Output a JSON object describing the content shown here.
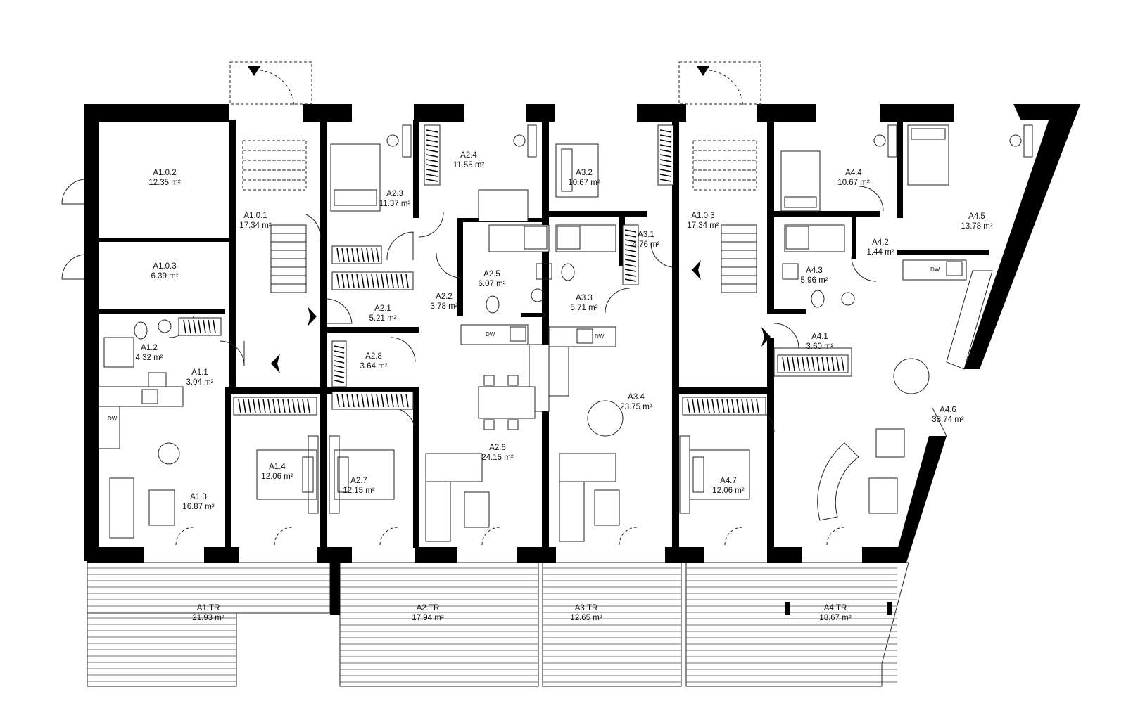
{
  "rooms": [
    {
      "code": "A1.0.2",
      "area": "12.35 m²"
    },
    {
      "code": "A1.0.3",
      "area": "6.39 m²"
    },
    {
      "code": "A1.0.1",
      "area": "17.34 m²"
    },
    {
      "code": "A1.2",
      "area": "4.32 m²"
    },
    {
      "code": "A1.1",
      "area": "3.04 m²"
    },
    {
      "code": "A1.3",
      "area": "16.87 m²"
    },
    {
      "code": "A1.4",
      "area": "12.06 m²"
    },
    {
      "code": "A2.3",
      "area": "11.37 m²"
    },
    {
      "code": "A2.4",
      "area": "11.55 m²"
    },
    {
      "code": "A2.1",
      "area": "5.21 m²"
    },
    {
      "code": "A2.2",
      "area": "3.78 m²"
    },
    {
      "code": "A2.5",
      "area": "6.07 m²"
    },
    {
      "code": "A2.8",
      "area": "3.64 m²"
    },
    {
      "code": "A2.6",
      "area": "24.15 m²"
    },
    {
      "code": "A2.7",
      "area": "12.15 m²"
    },
    {
      "code": "A3.2",
      "area": "10.67 m²"
    },
    {
      "code": "A3.1",
      "area": "4.76 m²"
    },
    {
      "code": "A3.3",
      "area": "5.71 m²"
    },
    {
      "code": "A3.4",
      "area": "23.75 m²"
    },
    {
      "code": "A1.0.3",
      "area": "17.34 m²"
    },
    {
      "code": "A4.4",
      "area": "10.67 m²"
    },
    {
      "code": "A4.5",
      "area": "13.78 m²"
    },
    {
      "code": "A4.2",
      "area": "1.44 m²"
    },
    {
      "code": "A4.3",
      "area": "5.96 m²"
    },
    {
      "code": "A4.1",
      "area": "3.60 m²"
    },
    {
      "code": "A4.6",
      "area": "33.74 m²"
    },
    {
      "code": "A4.7",
      "area": "12.06 m²"
    },
    {
      "code": "A1.TR",
      "area": "21.93 m²"
    },
    {
      "code": "A2.TR",
      "area": "17.94 m²"
    },
    {
      "code": "A3.TR",
      "area": "12.65 m²"
    },
    {
      "code": "A4.TR",
      "area": "18.67 m²"
    }
  ],
  "appliance_labels": {
    "dishwasher": "DW"
  }
}
